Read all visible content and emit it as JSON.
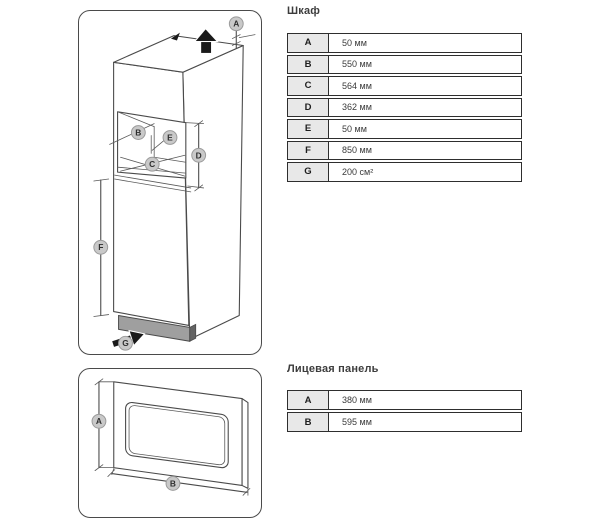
{
  "cabinet_section": {
    "title": "Шкаф",
    "table": {
      "rows": [
        {
          "key": "A",
          "value": "50 мм"
        },
        {
          "key": "B",
          "value": "550 мм"
        },
        {
          "key": "C",
          "value": "564 мм"
        },
        {
          "key": "D",
          "value": "362 мм"
        },
        {
          "key": "E",
          "value": "50 мм"
        },
        {
          "key": "F",
          "value": "850 мм"
        },
        {
          "key": "G",
          "value": "200 см²"
        }
      ]
    }
  },
  "panel_section": {
    "title": "Лицевая панель",
    "table": {
      "rows": [
        {
          "key": "A",
          "value": "380 мм"
        },
        {
          "key": "B",
          "value": "595 мм"
        }
      ]
    }
  },
  "diagram": {
    "cabinet_labels": {
      "a": "A",
      "b": "B",
      "c": "C",
      "d": "D",
      "e": "E",
      "f": "F",
      "g": "G"
    },
    "panel_labels": {
      "a": "A",
      "b": "B"
    }
  },
  "colors": {
    "line": "#4a4a4a",
    "label_circle": "#c9c9c9",
    "table_key_bg": "#e8e8e8",
    "plinth_gray": "#9f9f9f",
    "arrow_black": "#1a1a1a"
  }
}
